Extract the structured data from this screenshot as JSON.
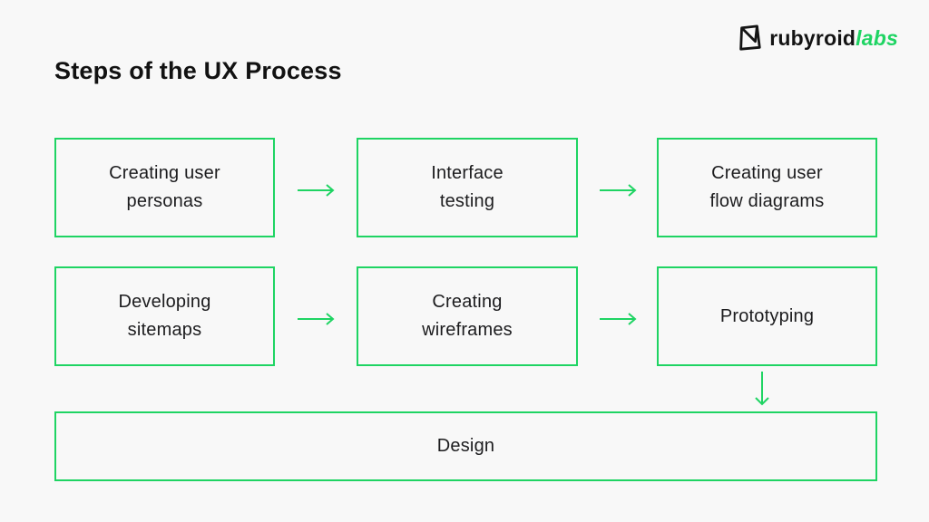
{
  "page": {
    "background_color": "#f8f8f8",
    "accent_green": "#1fd463",
    "text_color": "#1c1c1e"
  },
  "logo": {
    "icon": "rubyroid-origami-mark-icon",
    "name": "rubyroid",
    "suffix": "labs"
  },
  "title": "Steps of the UX Process",
  "flow": {
    "row1": [
      {
        "line1": "Creating user",
        "line2": "personas"
      },
      {
        "line1": "Interface",
        "line2": "testing"
      },
      {
        "line1": "Creating user",
        "line2": "flow diagrams"
      }
    ],
    "row2": [
      {
        "line1": "Developing",
        "line2": "sitemaps"
      },
      {
        "line1": "Creating",
        "line2": "wireframes"
      },
      {
        "line1": "Prototyping",
        "line2": ""
      }
    ],
    "final": {
      "label": "Design"
    },
    "connectors": {
      "horizontal": "arrow-right",
      "vertical": "arrow-down"
    }
  }
}
